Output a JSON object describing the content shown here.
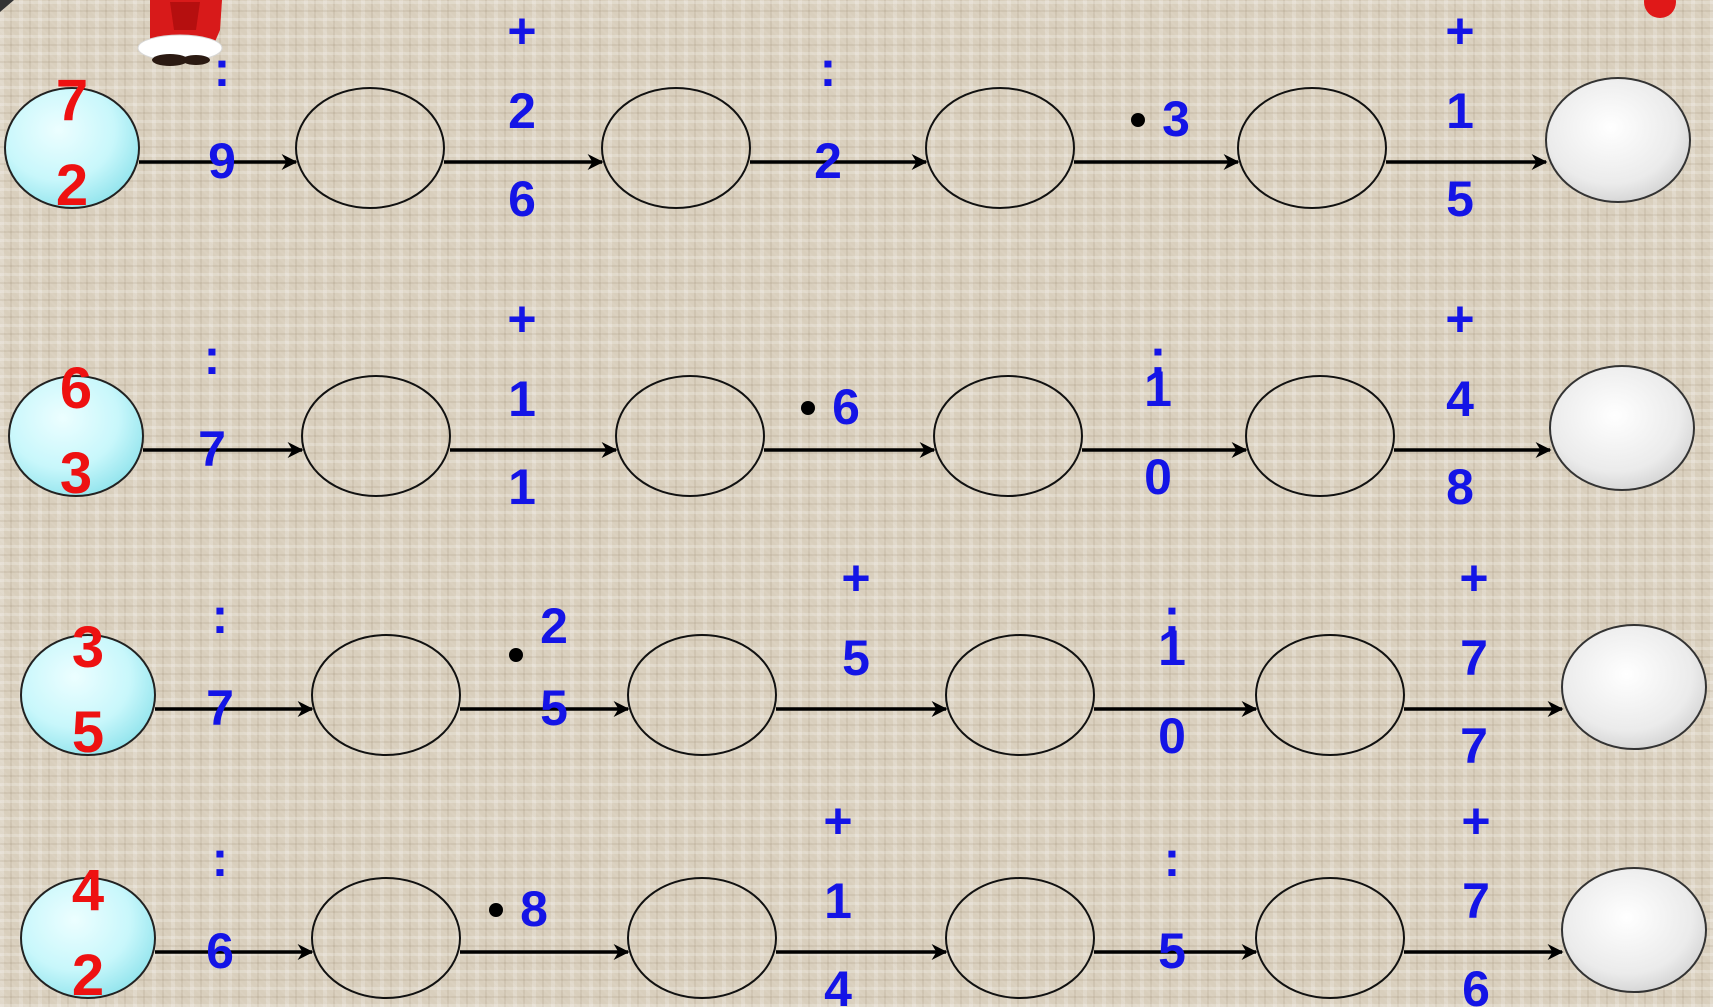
{
  "colors": {
    "operation_text": "#1414e6",
    "start_number": "#ee1111",
    "start_circle_fill": "#c6f6fa",
    "final_circle_fill": "#ebebeb"
  },
  "decorations": [
    "santa-figure-partial",
    "red-ball-partial"
  ],
  "rows": [
    {
      "start": [
        "7",
        "2"
      ],
      "steps": [
        {
          "kind": "colon",
          "op": ":",
          "number": [
            "9"
          ]
        },
        {
          "kind": "plus",
          "op": "+",
          "number": [
            "2",
            "6"
          ]
        },
        {
          "kind": "colon",
          "op": ":",
          "number": [
            "2"
          ]
        },
        {
          "kind": "dot",
          "op": "",
          "number": [
            "3"
          ]
        },
        {
          "kind": "plus",
          "op": "+",
          "number": [
            "1",
            "5"
          ]
        }
      ]
    },
    {
      "start": [
        "6",
        "3"
      ],
      "steps": [
        {
          "kind": "colon",
          "op": ":",
          "number": [
            "7"
          ]
        },
        {
          "kind": "plus",
          "op": "+",
          "number": [
            "1",
            "1"
          ]
        },
        {
          "kind": "dot",
          "op": "",
          "number": [
            "6"
          ]
        },
        {
          "kind": "colon",
          "op": ":",
          "number": [
            "1",
            "0"
          ]
        },
        {
          "kind": "plus",
          "op": "+",
          "number": [
            "4",
            "8"
          ]
        }
      ]
    },
    {
      "start": [
        "3",
        "5"
      ],
      "steps": [
        {
          "kind": "colon",
          "op": ":",
          "number": [
            "7"
          ]
        },
        {
          "kind": "dot",
          "op": "",
          "number": [
            "2",
            "5"
          ]
        },
        {
          "kind": "plus",
          "op": "+",
          "number": [
            "5"
          ]
        },
        {
          "kind": "colon",
          "op": ":",
          "number": [
            "1",
            "0"
          ]
        },
        {
          "kind": "plus",
          "op": "+",
          "number": [
            "7",
            "7"
          ]
        }
      ]
    },
    {
      "start": [
        "4",
        "2"
      ],
      "steps": [
        {
          "kind": "colon",
          "op": ":",
          "number": [
            "6"
          ]
        },
        {
          "kind": "dot",
          "op": "",
          "number": [
            "8"
          ]
        },
        {
          "kind": "plus",
          "op": "+",
          "number": [
            "1",
            "4"
          ]
        },
        {
          "kind": "colon",
          "op": ":",
          "number": [
            "5"
          ]
        },
        {
          "kind": "plus",
          "op": "+",
          "number": [
            "7",
            "6"
          ]
        }
      ]
    }
  ]
}
